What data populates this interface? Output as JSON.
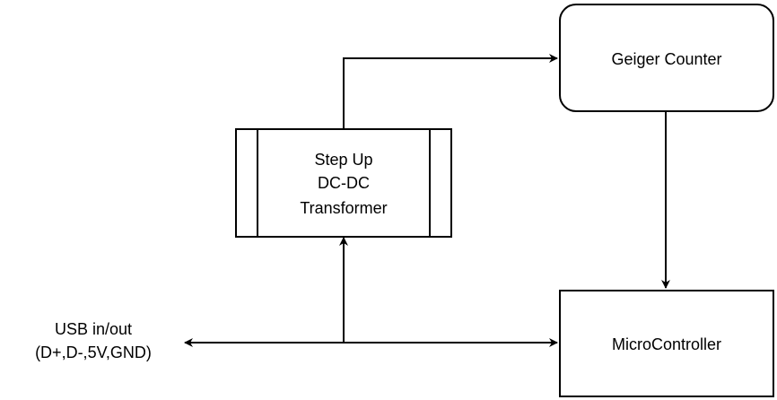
{
  "nodes": {
    "geiger_counter": {
      "label": "Geiger Counter"
    },
    "step_up": {
      "lines": [
        "Step Up",
        "DC-DC",
        "Transformer"
      ]
    },
    "microcontroller": {
      "label": "MicroController"
    },
    "usb": {
      "lines": [
        "USB in/out",
        "(D+,D-,5V,GND)"
      ]
    }
  },
  "edges": [
    {
      "from": "step_up",
      "to": "geiger_counter"
    },
    {
      "from": "geiger_counter",
      "to": "microcontroller"
    },
    {
      "from": "usb",
      "to": "microcontroller",
      "bidirectional": true
    },
    {
      "from": "usb",
      "to": "step_up"
    }
  ],
  "colors": {
    "stroke": "#000000",
    "fill": "#ffffff",
    "text": "#000000"
  }
}
